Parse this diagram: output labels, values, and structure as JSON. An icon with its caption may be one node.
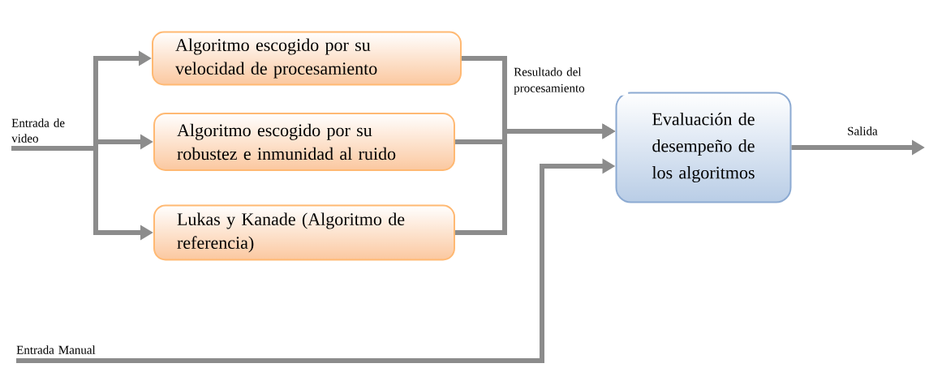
{
  "diagram": {
    "nodes": [
      {
        "text": [
          "Entrada de video"
        ]
      },
      {
        "text": [
          "Algoritmo escogido por su velocidad de procesamiento"
        ]
      },
      {
        "text": [
          "Algoritmo escogido por su robustez e inmunidad al ruido"
        ]
      },
      {
        "text": [
          "Lukas y Kanade (Algoritmo de referencia)"
        ]
      },
      {
        "text": [
          "Evaluación de desempeño de los algoritmos"
        ]
      },
      {
        "text": [
          "Entrada Manual"
        ]
      }
    ],
    "edges": [
      {
        "from": 0,
        "to": 1,
        "arrow": "to"
      },
      {
        "from": 0,
        "to": 2,
        "arrow": "to"
      },
      {
        "from": 0,
        "to": 3,
        "arrow": "to"
      },
      {
        "from": 1,
        "to": 4,
        "arrow": "to",
        "label": "Resultado del procesamiento"
      },
      {
        "from": 2,
        "to": 4,
        "arrow": "to"
      },
      {
        "from": 3,
        "to": 4,
        "arrow": "to"
      },
      {
        "from": 5,
        "to": 4,
        "arrow": "to"
      },
      {
        "from": 4,
        "to": null,
        "arrow": "to",
        "label": "Salida"
      }
    ]
  }
}
